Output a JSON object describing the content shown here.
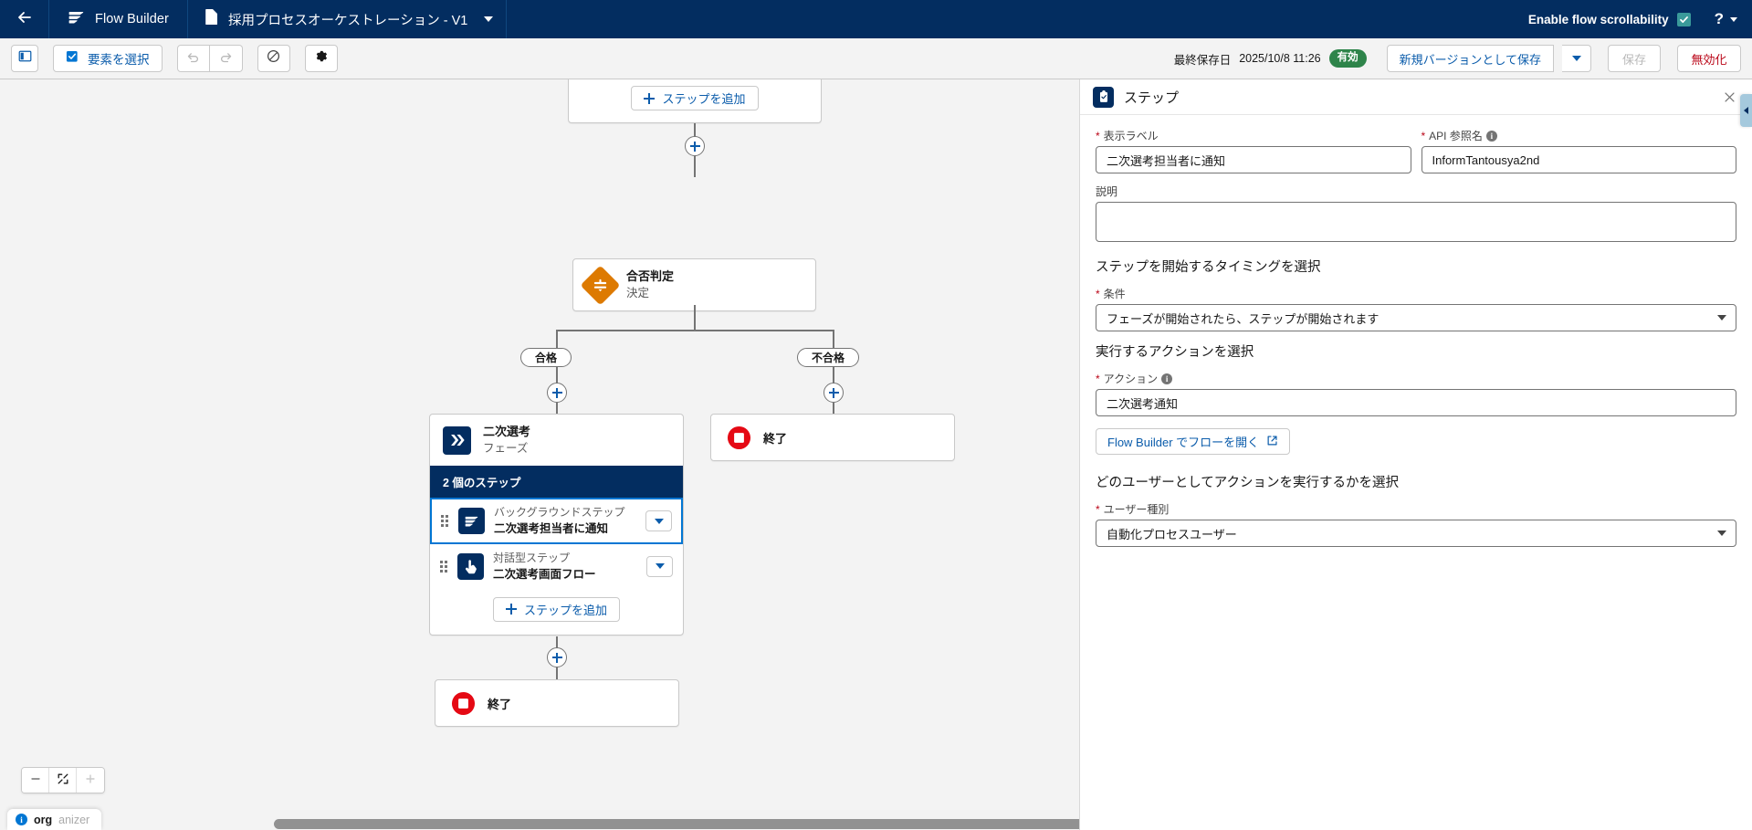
{
  "header": {
    "back_icon": "arrow-left-icon",
    "app_icon": "flow-builder-icon",
    "app_label": "Flow Builder",
    "doc_icon": "document-icon",
    "doc_title": "採用プロセスオーケストレーション - V1",
    "doc_caret_icon": "chevron-down-icon",
    "scrollability_label": "Enable flow scrollability",
    "scrollability_checked": true,
    "help_label": "?",
    "help_caret_icon": "chevron-down-icon",
    "bg_color": "#032d60"
  },
  "toolbar": {
    "toggle_panel_icon": "side-panel-icon",
    "select_elements_icon": "select-elements-icon",
    "select_elements_label": "要素を選択",
    "undo_icon": "undo-icon",
    "redo_icon": "redo-icon",
    "no_entry_icon": "ban-icon",
    "settings_icon": "gear-icon",
    "last_saved_label": "最終保存日",
    "last_saved_value": "2025/10/8 11:26",
    "status_badge": "有効",
    "status_color": "#2e844a",
    "save_new_version_label": "新規バージョンとして保存",
    "save_split_caret_icon": "chevron-down-icon",
    "save_label": "保存",
    "save_disabled": true,
    "deactivate_label": "無効化",
    "deactivate_color": "#ba0517"
  },
  "canvas": {
    "top_card": {
      "add_step_icon": "plus-icon",
      "add_step_label": "ステップを追加"
    },
    "decision_node": {
      "icon": "decision-diamond-icon",
      "title": "合否判定",
      "subtitle": "決定",
      "color": "#dd7a01"
    },
    "branches": [
      {
        "label": "合格",
        "add_icon": "plus-circle-icon"
      },
      {
        "label": "不合格",
        "add_icon": "plus-circle-icon"
      }
    ],
    "phase_node": {
      "icon": "phase-chevrons-icon",
      "title": "二次選考",
      "subtitle": "フェーズ",
      "steps_header": "2 個のステップ",
      "steps": [
        {
          "icon": "background-step-icon",
          "type": "バックグラウンドステップ",
          "name": "二次選考担当者に通知",
          "selected": true,
          "menu_icon": "chevron-down-icon",
          "drag_icon": "drag-handle-icon"
        },
        {
          "icon": "interactive-step-icon",
          "type": "対話型ステップ",
          "name": "二次選考画面フロー",
          "selected": false,
          "menu_icon": "chevron-down-icon",
          "drag_icon": "drag-handle-icon"
        }
      ],
      "add_step_icon": "plus-icon",
      "add_step_label": "ステップを追加"
    },
    "end_node_right": {
      "icon": "end-stop-icon",
      "label": "終了"
    },
    "end_node_bottom": {
      "icon": "end-stop-icon",
      "label": "終了"
    },
    "zoom_controls": {
      "zoom_out_icon": "minus-icon",
      "fit_icon": "fit-to-screen-icon",
      "zoom_in_icon": "plus-icon",
      "zoom_in_disabled": true
    },
    "organizer": {
      "icon": "info-icon",
      "bold_text": "org",
      "rest_text": "anizer"
    }
  },
  "panel": {
    "icon": "step-clipboard-icon",
    "title": "ステップ",
    "close_icon": "close-icon",
    "collapse_handle_icon": "chevron-left-icon",
    "label_field": {
      "required": "*",
      "label": "表示ラベル",
      "value": "二次選考担当者に通知"
    },
    "api_field": {
      "required": "*",
      "label": "API 参照名",
      "info_icon": "info-icon",
      "value": "InformTantousya2nd"
    },
    "description_field": {
      "label": "説明",
      "value": "",
      "placeholder": ""
    },
    "timing_section": {
      "title": "ステップを開始するタイミングを選択",
      "condition_required": "*",
      "condition_label": "条件",
      "condition_value": "フェーズが開始されたら、ステップが開始されます",
      "caret_icon": "chevron-down-icon"
    },
    "action_section": {
      "title": "実行するアクションを選択",
      "action_required": "*",
      "action_label": "アクション",
      "action_info_icon": "info-icon",
      "action_value": "二次選考通知",
      "open_flow_label": "Flow Builder でフローを開く",
      "open_flow_icon": "external-link-icon"
    },
    "user_section": {
      "title": "どのユーザーとしてアクションを実行するかを選択",
      "user_type_required": "*",
      "user_type_label": "ユーザー種別",
      "user_type_value": "自動化プロセスユーザー",
      "caret_icon": "chevron-down-icon"
    }
  }
}
